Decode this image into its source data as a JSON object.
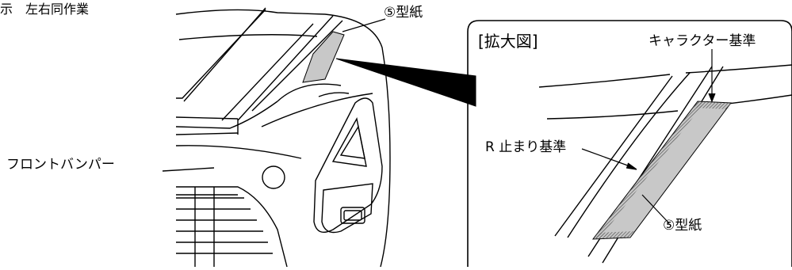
{
  "note": "示　左右同作業",
  "labels": {
    "template_main": "⑤型紙",
    "front_bumper": "フロントバンパー",
    "enlarged_view": "[拡大図]",
    "character_reference": "キャラクター基準",
    "r_stop_reference": "R 止まり基準",
    "template_zoom": "⑤型紙"
  },
  "colors": {
    "line": "#000000",
    "template_fill": "#c8c8c8",
    "hatch": "#555555",
    "background": "#ffffff"
  }
}
